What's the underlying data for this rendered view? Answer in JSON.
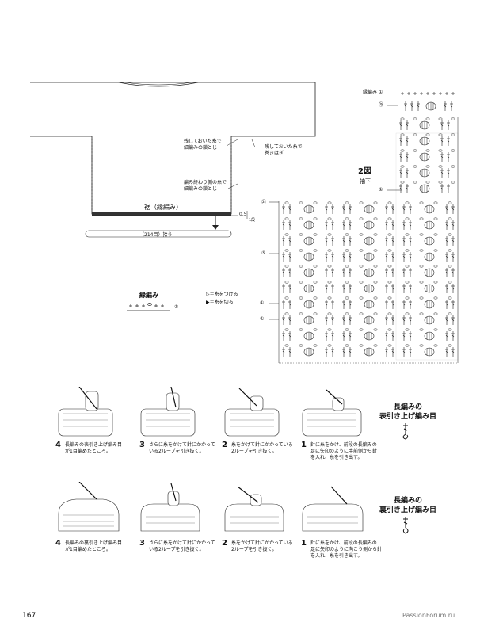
{
  "top_diagram": {
    "note_left_1": "残しておいた糸で",
    "note_left_2": "細編みの鎖とじ",
    "note_right_1": "残しておいた糸で",
    "note_right_2": "巻きはぎ",
    "note_bottom_1": "編み終わり側の糸で",
    "note_bottom_2": "細編みの鎖とじ",
    "hem_label": "裾（縁編み）",
    "hem_dimension": "0.5",
    "hem_rows": "1段",
    "pickup_label": "（214目）拾う"
  },
  "edge_stitch": {
    "title": "縁編み",
    "row": "①",
    "legend_1": "▷＝糸をつける",
    "legend_2": "▶＝糸を切る"
  },
  "chart": {
    "fig_title": "2図",
    "fig_subtitle": "袖下",
    "row_labels": [
      "縁編み ①",
      "㉕",
      "①",
      "㉑",
      "⑤",
      "①",
      "①"
    ]
  },
  "stitch_front": {
    "title_1": "長編みの",
    "title_2": "表引き上げ編み目",
    "steps": [
      {
        "num": "4",
        "text_1": "長編みの表引き上げ編み目",
        "text_2": "が1目編めたところ。"
      },
      {
        "num": "3",
        "text_1": "さらに糸をかけて針にかかって",
        "text_2": "いる2ループを引き抜く。"
      },
      {
        "num": "2",
        "text_1": "糸をかけて針にかかっている",
        "text_2": "2ループを引き抜く。"
      },
      {
        "num": "1",
        "text_1": "針に糸をかけ、前段の長編みの",
        "text_2": "足に矢印のように手前側から針",
        "text_3": "を入れ、糸を引き出す。"
      }
    ]
  },
  "stitch_back": {
    "title_1": "長編みの",
    "title_2": "裏引き上げ編み目",
    "steps": [
      {
        "num": "4",
        "text_1": "長編みの裏引き上げ編み目",
        "text_2": "が1目編めたところ。"
      },
      {
        "num": "3",
        "text_1": "さらに糸をかけて針にかかって",
        "text_2": "いる2ループを引き抜く。"
      },
      {
        "num": "2",
        "text_1": "糸をかけて針にかかっている",
        "text_2": "2ループを引き抜く。"
      },
      {
        "num": "1",
        "text_1": "針に糸をかけ、前段の長編みの",
        "text_2": "足に矢印のように向こう側から針",
        "text_3": "を入れ、糸を引き出す。"
      }
    ]
  },
  "footer": {
    "page_number": "167",
    "watermark": "PassionForum.ru"
  }
}
